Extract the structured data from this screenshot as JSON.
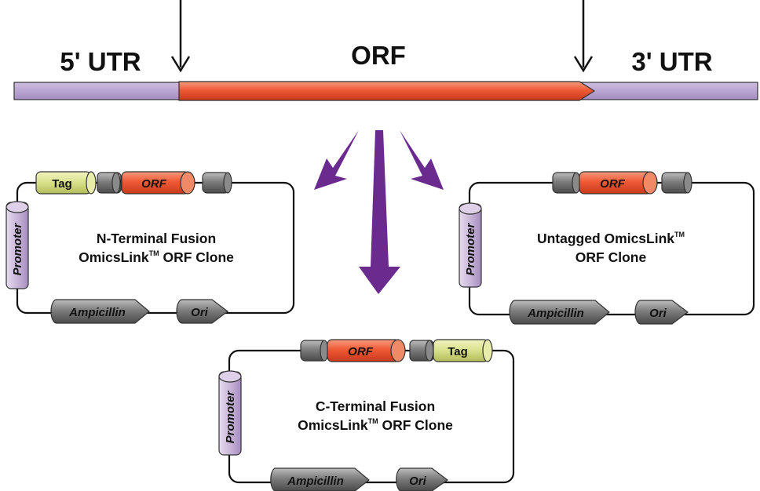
{
  "mrna": {
    "utr5": "5' UTR",
    "orf": "ORF",
    "utr3": "3' UTR"
  },
  "clones": {
    "n_terminal": {
      "line1": "N-Terminal Fusion",
      "line2_a": "OmicsLink",
      "line2_sup": "TM",
      "line2_b": " ORF Clone",
      "tag": "Tag",
      "orf": "ORF",
      "promoter": "Promoter",
      "ampicillin": "Ampicillin",
      "ori": "Ori"
    },
    "untagged": {
      "line1_a": "Untagged OmicsLink",
      "line1_sup": "TM",
      "line2": "ORF Clone",
      "orf": "ORF",
      "promoter": "Promoter",
      "ampicillin": "Ampicillin",
      "ori": "Ori"
    },
    "c_terminal": {
      "line1": "C-Terminal Fusion",
      "line2_a": "OmicsLink",
      "line2_sup": "TM",
      "line2_b": " ORF Clone",
      "tag": "Tag",
      "orf": "ORF",
      "promoter": "Promoter",
      "ampicillin": "Ampicillin",
      "ori": "Ori"
    }
  },
  "colors": {
    "utr": "#b39dca",
    "orf": "#ef5a36",
    "tag": "#d8e08a",
    "promoter": "#c9b6d9",
    "grey": "#7a7a7a",
    "purple_arrow": "#6a2a8e"
  }
}
